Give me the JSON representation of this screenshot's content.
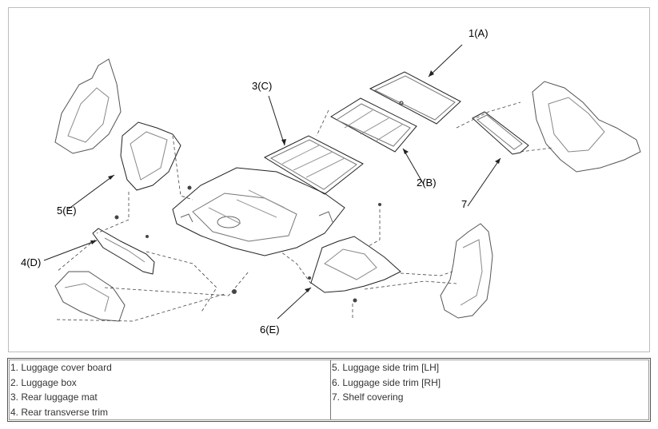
{
  "callouts": [
    {
      "num": "1",
      "letter": "A",
      "text": "1(A)"
    },
    {
      "num": "2",
      "letter": "B",
      "text": "2(B)"
    },
    {
      "num": "3",
      "letter": "C",
      "text": "3(C)"
    },
    {
      "num": "4",
      "letter": "D",
      "text": "4(D)"
    },
    {
      "num": "5",
      "letter": "E",
      "text": "5(E)"
    },
    {
      "num": "6",
      "letter": "E",
      "text": "6(E)"
    },
    {
      "num": "7",
      "letter": "",
      "text": "7"
    }
  ],
  "legend": {
    "left": [
      "1. Luggage cover board",
      "2. Luggage box",
      "3. Rear luggage mat",
      "4. Rear transverse trim"
    ],
    "right": [
      "5. Luggage side trim [LH]",
      "6. Luggage side trim [RH]",
      "7. Shelf covering"
    ]
  },
  "colors": {
    "line": "#222222",
    "dash": "#444444",
    "frame": "#bdbdbd"
  }
}
